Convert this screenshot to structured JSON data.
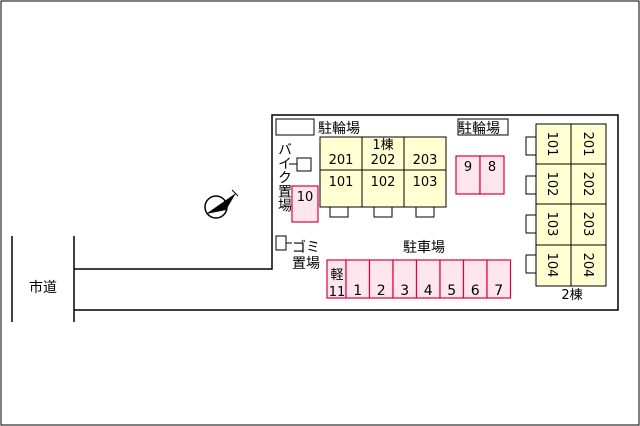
{
  "labels": {
    "city_road": "市道",
    "bicycle_parking_left": "駐輪場",
    "bicycle_parking_right": "駐輪場",
    "bike_parking": "バイク置場",
    "garbage": "ゴミ置場",
    "car_parking": "駐車場",
    "building1": "1棟",
    "building2": "2棟"
  },
  "building1_units": {
    "top": [
      "201",
      "202",
      "203"
    ],
    "bottom": [
      "101",
      "102",
      "103"
    ]
  },
  "building2_units": {
    "left": [
      "101",
      "102",
      "103",
      "104"
    ],
    "right": [
      "201",
      "202",
      "203",
      "204"
    ]
  },
  "parking": {
    "kei_label": "軽",
    "kei_number": "11",
    "spaces": [
      "1",
      "2",
      "3",
      "4",
      "5",
      "6",
      "7"
    ],
    "bike_space": "10",
    "right_spaces": [
      "9",
      "8"
    ]
  },
  "colors": {
    "building_fill": "#ffffd2",
    "parking_fill": "#ffe6ee",
    "parking_stroke": "#e0003a",
    "line": "#000000"
  },
  "compass_icon": "north-arrow"
}
